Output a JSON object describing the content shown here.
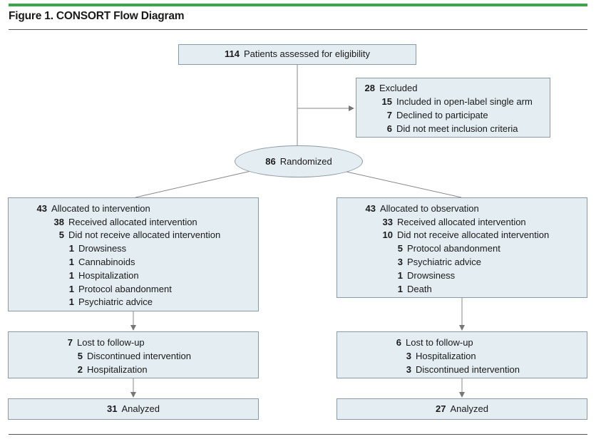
{
  "figure": {
    "title": "Figure 1. CONSORT Flow Diagram"
  },
  "assessed": {
    "n": "114",
    "label": "Patients assessed for eligibility"
  },
  "excluded": {
    "n": "28",
    "label": "Excluded",
    "items": [
      {
        "n": "15",
        "label": "Included in open-label single arm"
      },
      {
        "n": "7",
        "label": "Declined to participate"
      },
      {
        "n": "6",
        "label": "Did not meet inclusion criteria"
      }
    ]
  },
  "randomized": {
    "n": "86",
    "label": "Randomized"
  },
  "intervention": {
    "allocation": {
      "n": "43",
      "label": "Allocated to intervention",
      "received": {
        "n": "38",
        "label": "Received allocated intervention"
      },
      "not_received": {
        "n": "5",
        "label": "Did not receive allocated intervention"
      },
      "reasons": [
        {
          "n": "1",
          "label": "Drowsiness"
        },
        {
          "n": "1",
          "label": "Cannabinoids"
        },
        {
          "n": "1",
          "label": "Hospitalization"
        },
        {
          "n": "1",
          "label": "Protocol abandonment"
        },
        {
          "n": "1",
          "label": "Psychiatric advice"
        }
      ]
    },
    "followup": {
      "n": "7",
      "label": "Lost to follow-up",
      "items": [
        {
          "n": "5",
          "label": "Discontinued intervention"
        },
        {
          "n": "2",
          "label": "Hospitalization"
        }
      ]
    },
    "analyzed": {
      "n": "31",
      "label": "Analyzed"
    }
  },
  "observation": {
    "allocation": {
      "n": "43",
      "label": "Allocated to observation",
      "received": {
        "n": "33",
        "label": "Received allocated intervention"
      },
      "not_received": {
        "n": "10",
        "label": "Did not receive allocated intervention"
      },
      "reasons": [
        {
          "n": "5",
          "label": "Protocol abandonment"
        },
        {
          "n": "3",
          "label": "Psychiatric advice"
        },
        {
          "n": "1",
          "label": "Drowsiness"
        },
        {
          "n": "1",
          "label": "Death"
        }
      ]
    },
    "followup": {
      "n": "6",
      "label": "Lost to follow-up",
      "items": [
        {
          "n": "3",
          "label": "Hospitalization"
        },
        {
          "n": "3",
          "label": "Discontinued intervention"
        }
      ]
    },
    "analyzed": {
      "n": "27",
      "label": "Analyzed"
    }
  }
}
